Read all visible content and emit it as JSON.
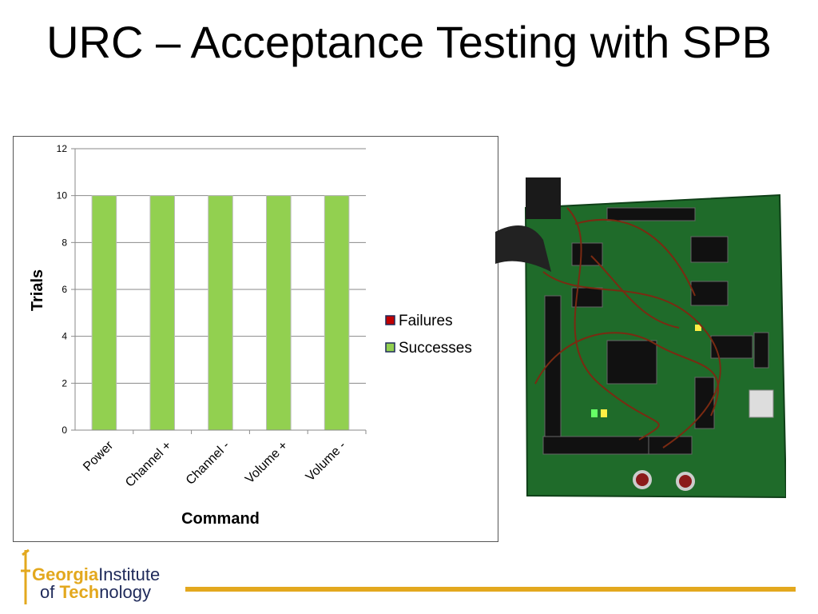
{
  "slide": {
    "title": "URC – Acceptance Testing with SPB"
  },
  "chart_data": {
    "type": "bar",
    "stacked": true,
    "categories": [
      "Power",
      "Channel +",
      "Channel -",
      "Volume +",
      "Volume -"
    ],
    "series": [
      {
        "name": "Failures",
        "values": [
          0,
          0,
          0,
          0,
          0
        ],
        "color": "#c00000"
      },
      {
        "name": "Successes",
        "values": [
          10,
          10,
          10,
          10,
          10
        ],
        "color": "#92d050"
      }
    ],
    "xlabel": "Command",
    "ylabel": "Trials",
    "ylim": [
      0,
      12
    ],
    "yticks": [
      0,
      2,
      4,
      6,
      8,
      10,
      12
    ],
    "grid": true,
    "legend": "right"
  },
  "logo": {
    "line1_bold": "Georgia",
    "line1_rest": "Institute",
    "line2_pre": "of ",
    "line2_bold": "Tech",
    "line2_rest": "nology"
  },
  "colors": {
    "accent_gold": "#e3a81e",
    "logo_navy": "#1f2a5a",
    "board_green": "#1f6b2a"
  }
}
